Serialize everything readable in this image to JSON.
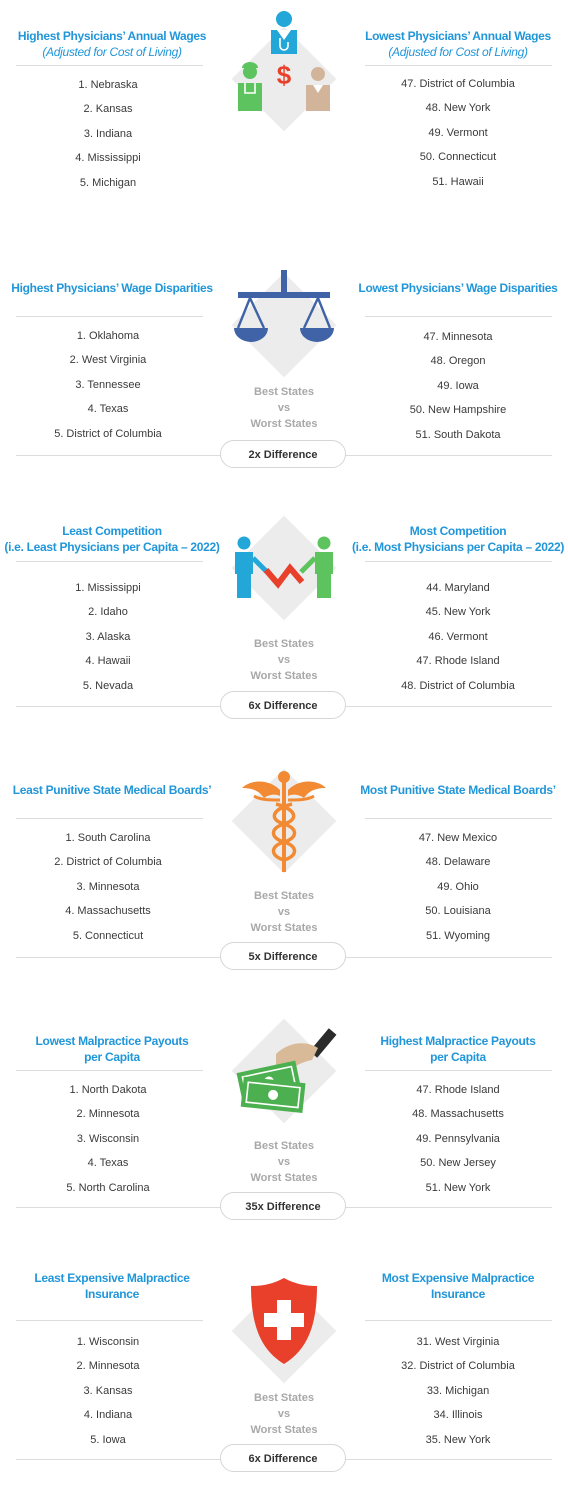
{
  "sections": [
    {
      "left": {
        "title": [
          "Highest Physicians’ Annual Wages"
        ],
        "subtitle": "(Adjusted for Cost of Living)",
        "items": [
          "1. Nebraska",
          "2. Kansas",
          "3. Indiana",
          "4. Mississippi",
          "5. Michigan"
        ]
      },
      "right": {
        "title": [
          "Lowest Physicians’ Annual Wages"
        ],
        "subtitle": "(Adjusted for Cost of Living)",
        "items": [
          "47. District of Columbia",
          "48. New York",
          "49. Vermont",
          "50. Connecticut",
          "51. Hawaii"
        ]
      },
      "icon": "doctors-dollar-icon"
    },
    {
      "left": {
        "title": [
          "Highest Physicians’ Wage Disparities"
        ],
        "items": [
          "1. Oklahoma",
          "2. West Virginia",
          "3. Tennessee",
          "4. Texas",
          "5. District of Columbia"
        ]
      },
      "right": {
        "title": [
          "Lowest Physicians’ Wage Disparities"
        ],
        "items": [
          "47. Minnesota",
          "48. Oregon",
          "49. Iowa",
          "50. New Hampshire",
          "51. South Dakota"
        ]
      },
      "icon": "scales-icon",
      "compare": [
        "Best States",
        "vs",
        "Worst States"
      ],
      "difference": "2x Difference"
    },
    {
      "left": {
        "title": [
          "Least Competition",
          "(i.e. Least Physicians per Capita – 2022)"
        ],
        "items": [
          "1. Mississippi",
          "2. Idaho",
          "3. Alaska",
          "4. Hawaii",
          "5. Nevada"
        ]
      },
      "right": {
        "title": [
          "Most Competition",
          "(i.e. Most Physicians per Capita – 2022)"
        ],
        "items": [
          "44. Maryland",
          "45. New York",
          "46. Vermont",
          "47. Rhode Island",
          "48. District of Columbia"
        ]
      },
      "icon": "tug-of-war-icon",
      "compare": [
        "Best States",
        "vs",
        "Worst States"
      ],
      "difference": "6x Difference"
    },
    {
      "left": {
        "title": [
          "Least Punitive State Medical Boards’"
        ],
        "items": [
          "1. South Carolina",
          "2. District of Columbia",
          "3. Minnesota",
          "4. Massachusetts",
          "5. Connecticut"
        ]
      },
      "right": {
        "title": [
          "Most Punitive State Medical Boards’"
        ],
        "items": [
          "47. New Mexico",
          "48. Delaware",
          "49. Ohio",
          "50. Louisiana",
          "51. Wyoming"
        ]
      },
      "icon": "caduceus-icon",
      "compare": [
        "Best States",
        "vs",
        "Worst States"
      ],
      "difference": "5x Difference"
    },
    {
      "left": {
        "title": [
          "Lowest Malpractice Payouts",
          "per Capita"
        ],
        "items": [
          "1. North Dakota",
          "2. Minnesota",
          "3. Wisconsin",
          "4. Texas",
          "5. North Carolina"
        ]
      },
      "right": {
        "title": [
          "Highest Malpractice Payouts",
          "per Capita"
        ],
        "items": [
          "47. Rhode Island",
          "48. Massachusetts",
          "49. Pennsylvania",
          "50. New Jersey",
          "51. New York"
        ]
      },
      "icon": "money-hand-icon",
      "compare": [
        "Best States",
        "vs",
        "Worst States"
      ],
      "difference": "35x Difference"
    },
    {
      "left": {
        "title": [
          "Least Expensive Malpractice",
          "Insurance"
        ],
        "items": [
          "1. Wisconsin",
          "2. Minnesota",
          "3. Kansas",
          "4. Indiana",
          "5. Iowa"
        ]
      },
      "right": {
        "title": [
          "Most Expensive Malpractice",
          "Insurance"
        ],
        "items": [
          "31. West Virginia",
          "32. District of Columbia",
          "33. Michigan",
          "34. Illinois",
          "35. New York"
        ]
      },
      "icon": "medical-shield-icon",
      "compare": [
        "Best States",
        "vs",
        "Worst States"
      ],
      "difference": "6x Difference"
    }
  ]
}
